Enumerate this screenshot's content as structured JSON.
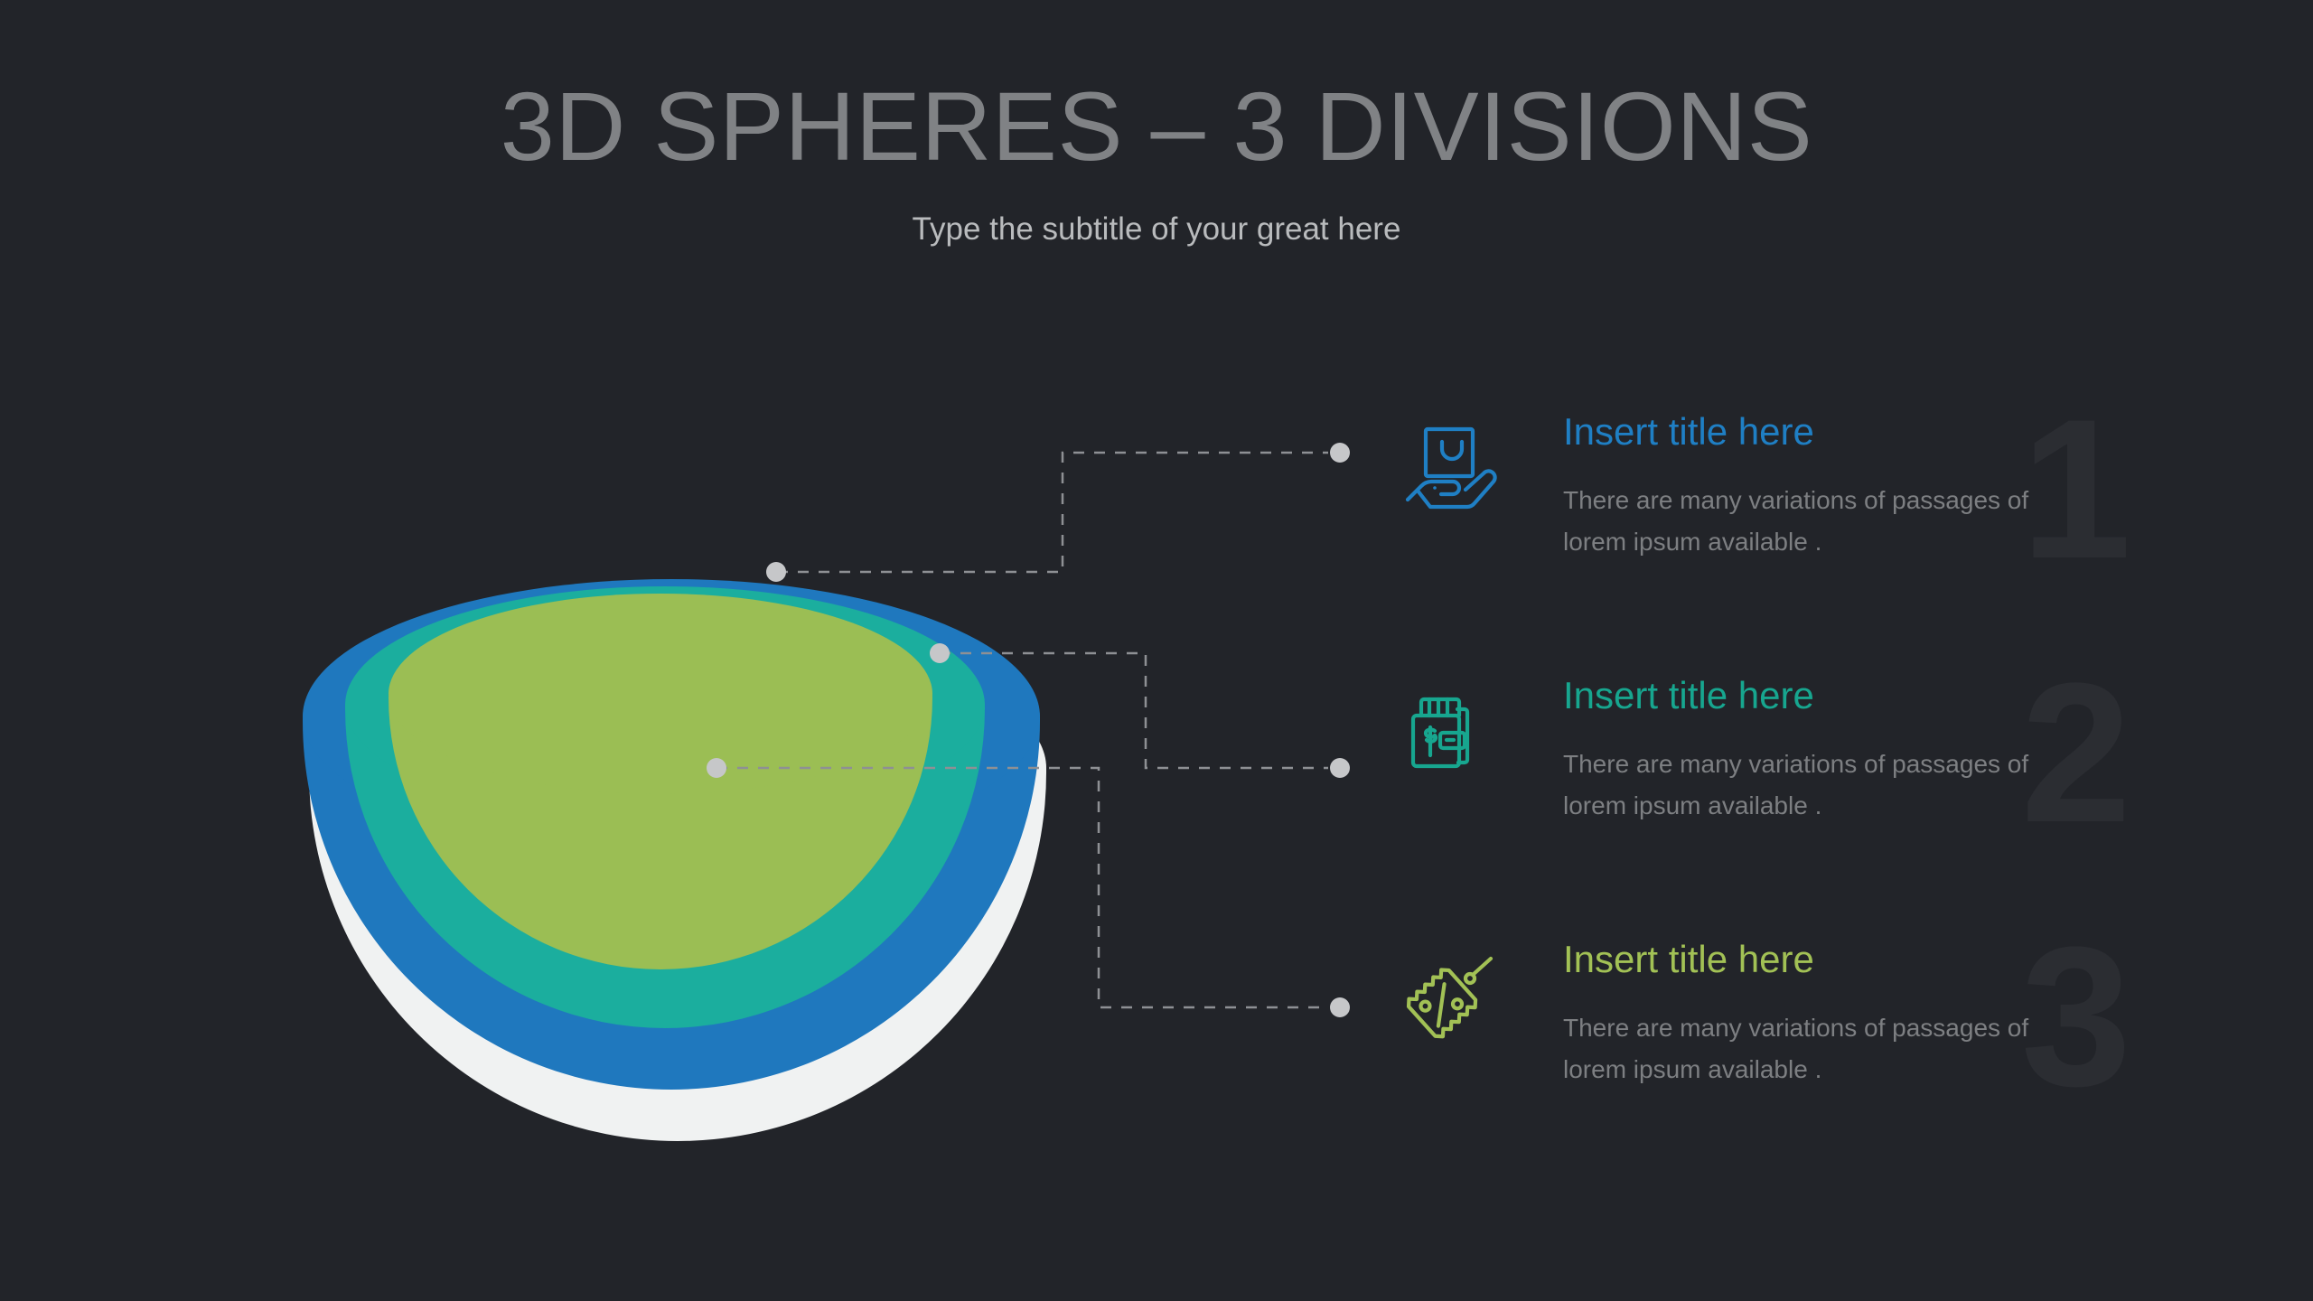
{
  "header": {
    "title": "3D SPHERES – 3 DIVISIONS",
    "subtitle": "Type the subtitle of your great here"
  },
  "colors": {
    "background": "#222429",
    "title_gray": "#808285",
    "subtitle_gray": "#b9bbbd",
    "body_gray": "#7d7f82",
    "ghost_number": "#2b2d32",
    "connector_gray": "#8e9094",
    "dot_gray": "#c6c7c9",
    "blue": "#1f7fc4",
    "teal": "#17a68f",
    "green": "#a2c155",
    "sphere_blue": "#1f78be",
    "sphere_teal": "#1bae9e",
    "sphere_green": "#9bbe54",
    "sphere_white": "#f0f2f2"
  },
  "sphere": {
    "label": "3D hemisphere with three nested layers",
    "layers": [
      {
        "name": "outer-blue-layer",
        "color": "#1f78be",
        "index": 1
      },
      {
        "name": "middle-teal-layer",
        "color": "#1bae9e",
        "index": 2
      },
      {
        "name": "inner-green-layer",
        "color": "#9bbe54",
        "index": 3
      }
    ],
    "base_color": "#f0f2f2"
  },
  "items": [
    {
      "number": "1",
      "icon": "hand-holding-shopping-bag-icon",
      "color": "#1f7fc4",
      "title": "Insert title here",
      "body": "There are many variations of passages of lorem ipsum available ."
    },
    {
      "number": "2",
      "icon": "wallet-with-money-icon",
      "color": "#17a68f",
      "title": "Insert title here",
      "body": "There are many variations of passages of lorem ipsum available ."
    },
    {
      "number": "3",
      "icon": "discount-price-tag-icon",
      "color": "#a2c155",
      "title": "Insert title here",
      "body": "There are many variations of passages of lorem ipsum available ."
    }
  ]
}
